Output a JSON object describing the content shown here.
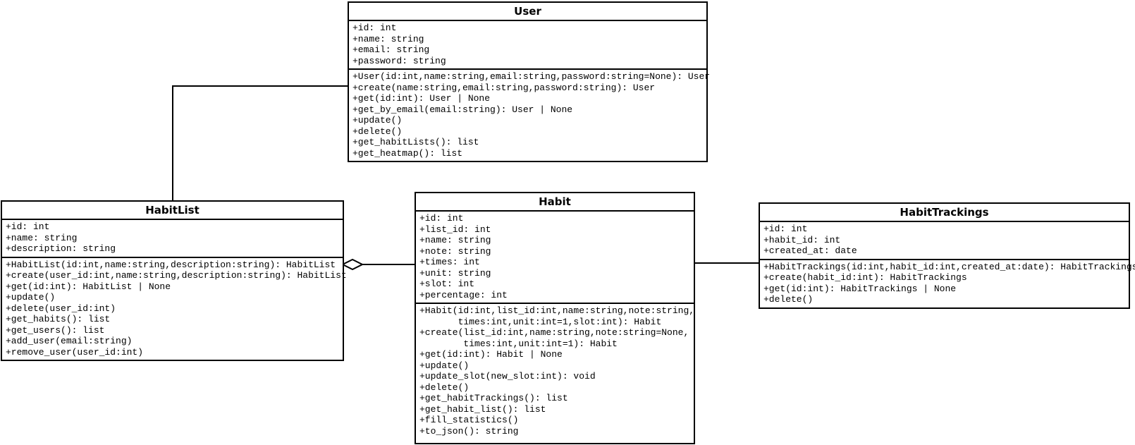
{
  "diagram": {
    "type": "uml-class-diagram",
    "background_color": "#ffffff",
    "line_color": "#000000"
  },
  "classes": [
    {
      "name": "User",
      "title": "User",
      "attributes": [
        "+id: int",
        "+name: string",
        "+email: string",
        "+password: string"
      ],
      "methods": [
        "+User(id:int,name:string,email:string,password:string=None): User",
        "+create(name:string,email:string,password:string): User",
        "+get(id:int): User | None",
        "+get_by_email(email:string): User | None",
        "+update()",
        "+delete()",
        "+get_habitLists(): list",
        "+get_heatmap(): list"
      ]
    },
    {
      "name": "HabitList",
      "title": "HabitList",
      "attributes": [
        "+id: int",
        "+name: string",
        "+description: string"
      ],
      "methods": [
        "+HabitList(id:int,name:string,description:string): HabitList",
        "+create(user_id:int,name:string,description:string): HabitList",
        "+get(id:int): HabitList | None",
        "+update()",
        "+delete(user_id:int)",
        "+get_habits(): list",
        "+get_users(): list",
        "+add_user(email:string)",
        "+remove_user(user_id:int)"
      ]
    },
    {
      "name": "Habit",
      "title": "Habit",
      "attributes": [
        "+id: int",
        "+list_id: int",
        "+name: string",
        "+note: string",
        "+times: int",
        "+unit: string",
        "+slot: int",
        "+percentage: int"
      ],
      "methods": [
        "+Habit(id:int,list_id:int,name:string,note:string,",
        "       times:int,unit:int=1,slot:int): Habit",
        "+create(list_id:int,name:string,note:string=None,",
        "        times:int,unit:int=1): Habit",
        "+get(id:int): Habit | None",
        "+update()",
        "+update_slot(new_slot:int): void",
        "+delete()",
        "+get_habitTrackings(): list",
        "+get_habit_list(): list",
        "+fill_statistics()",
        "+to_json(): string"
      ]
    },
    {
      "name": "HabitTrackings",
      "title": "HabitTrackings",
      "attributes": [
        "+id: int",
        "+habit_id: int",
        "+created_at: date"
      ],
      "methods": [
        "+HabitTrackings(id:int,habit_id:int,created_at:date): HabitTrackings",
        "+create(habit_id:int): HabitTrackings",
        "+get(id:int): HabitTrackings | None",
        "+delete()"
      ]
    }
  ],
  "relationships": [
    {
      "from": "User",
      "to": "HabitList",
      "type": "association",
      "shape": "elbow-line"
    },
    {
      "from": "HabitList",
      "to": "Habit",
      "type": "aggregation",
      "shape": "line-with-open-diamond-at-habitlist"
    },
    {
      "from": "Habit",
      "to": "HabitTrackings",
      "type": "association",
      "shape": "straight-line"
    }
  ]
}
